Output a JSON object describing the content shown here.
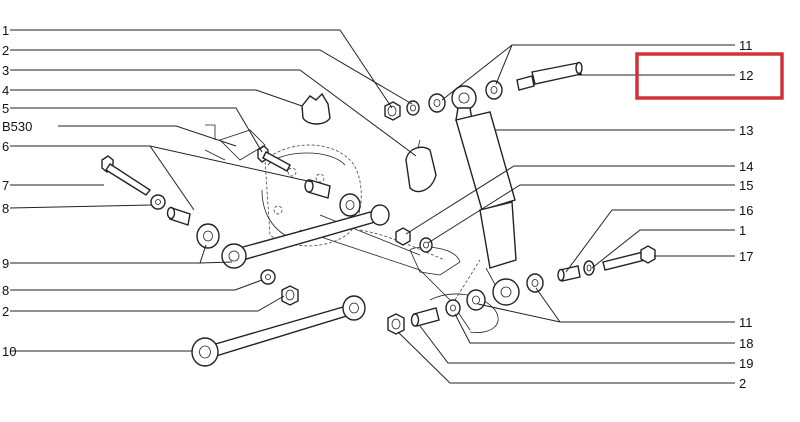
{
  "highlight": {
    "color": "#d0313b",
    "label_ref": "12"
  },
  "labels": {
    "left": [
      {
        "id": "l1",
        "text": "1"
      },
      {
        "id": "l2",
        "text": "2"
      },
      {
        "id": "l3",
        "text": "3"
      },
      {
        "id": "l4",
        "text": "4"
      },
      {
        "id": "l5",
        "text": "5"
      },
      {
        "id": "l6",
        "text": "B530"
      },
      {
        "id": "l7",
        "text": "6"
      },
      {
        "id": "l8",
        "text": "7"
      },
      {
        "id": "l9",
        "text": "8"
      },
      {
        "id": "l10",
        "text": "9"
      },
      {
        "id": "l11",
        "text": "8"
      },
      {
        "id": "l12",
        "text": "2"
      },
      {
        "id": "l13",
        "text": "10"
      }
    ],
    "right": [
      {
        "id": "r1",
        "text": "11"
      },
      {
        "id": "r2",
        "text": "12"
      },
      {
        "id": "r3",
        "text": "13"
      },
      {
        "id": "r4",
        "text": "14"
      },
      {
        "id": "r5",
        "text": "15"
      },
      {
        "id": "r6",
        "text": "16"
      },
      {
        "id": "r7",
        "text": "1"
      },
      {
        "id": "r8",
        "text": "17"
      },
      {
        "id": "r9",
        "text": "11"
      },
      {
        "id": "r10",
        "text": "18"
      },
      {
        "id": "r11",
        "text": "19"
      },
      {
        "id": "r12",
        "text": "2"
      }
    ]
  }
}
